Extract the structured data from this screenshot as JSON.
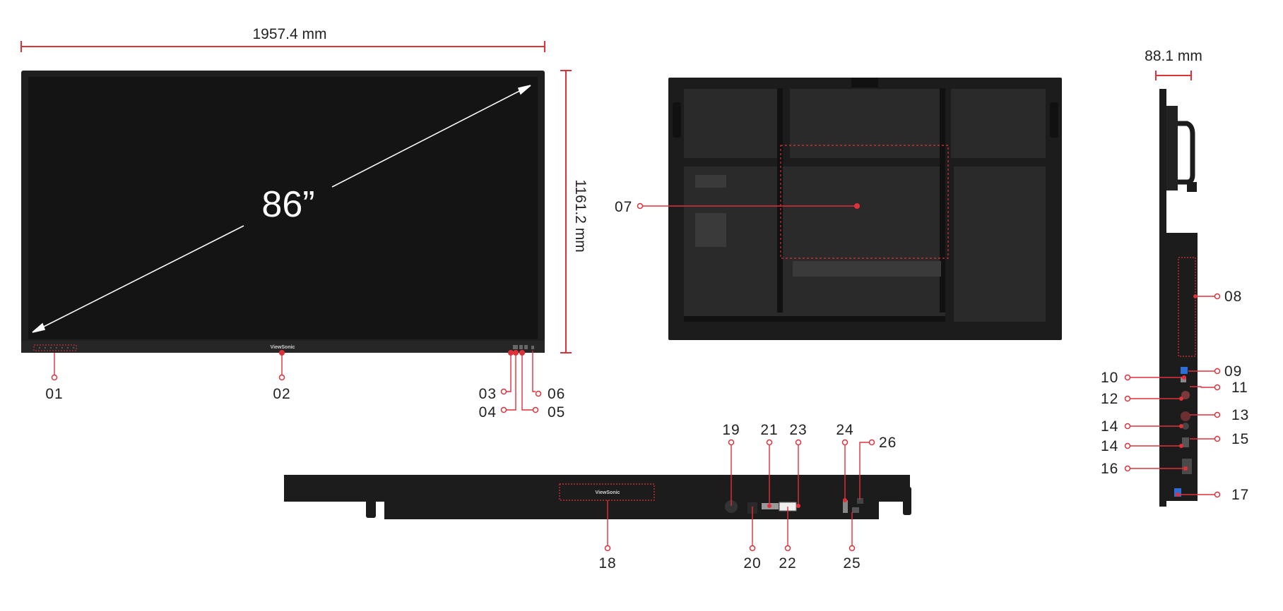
{
  "front_view": {
    "width_label": "1957.4 mm",
    "height_label": "1161.2 mm",
    "size_label": "86”",
    "brand": "ViewSonic"
  },
  "side_view": {
    "depth_label": "88.1 mm"
  },
  "bottom_view": {
    "brand": "ViewSonic"
  },
  "callouts": {
    "c01": "01",
    "c02": "02",
    "c03": "03",
    "c04": "04",
    "c05": "05",
    "c06": "06",
    "c07": "07",
    "c08": "08",
    "c09": "09",
    "c10": "10",
    "c11": "11",
    "c12": "12",
    "c13": "13",
    "c14a": "14",
    "c14b": "14",
    "c15": "15",
    "c16": "16",
    "c17": "17",
    "c18": "18",
    "c19": "19",
    "c20": "20",
    "c21": "21",
    "c22": "22",
    "c23": "23",
    "c24": "24",
    "c25": "25",
    "c26": "26"
  },
  "colors": {
    "accent_red": "#e0303a",
    "panel": "#1f1f1f",
    "screen": "#141414"
  }
}
